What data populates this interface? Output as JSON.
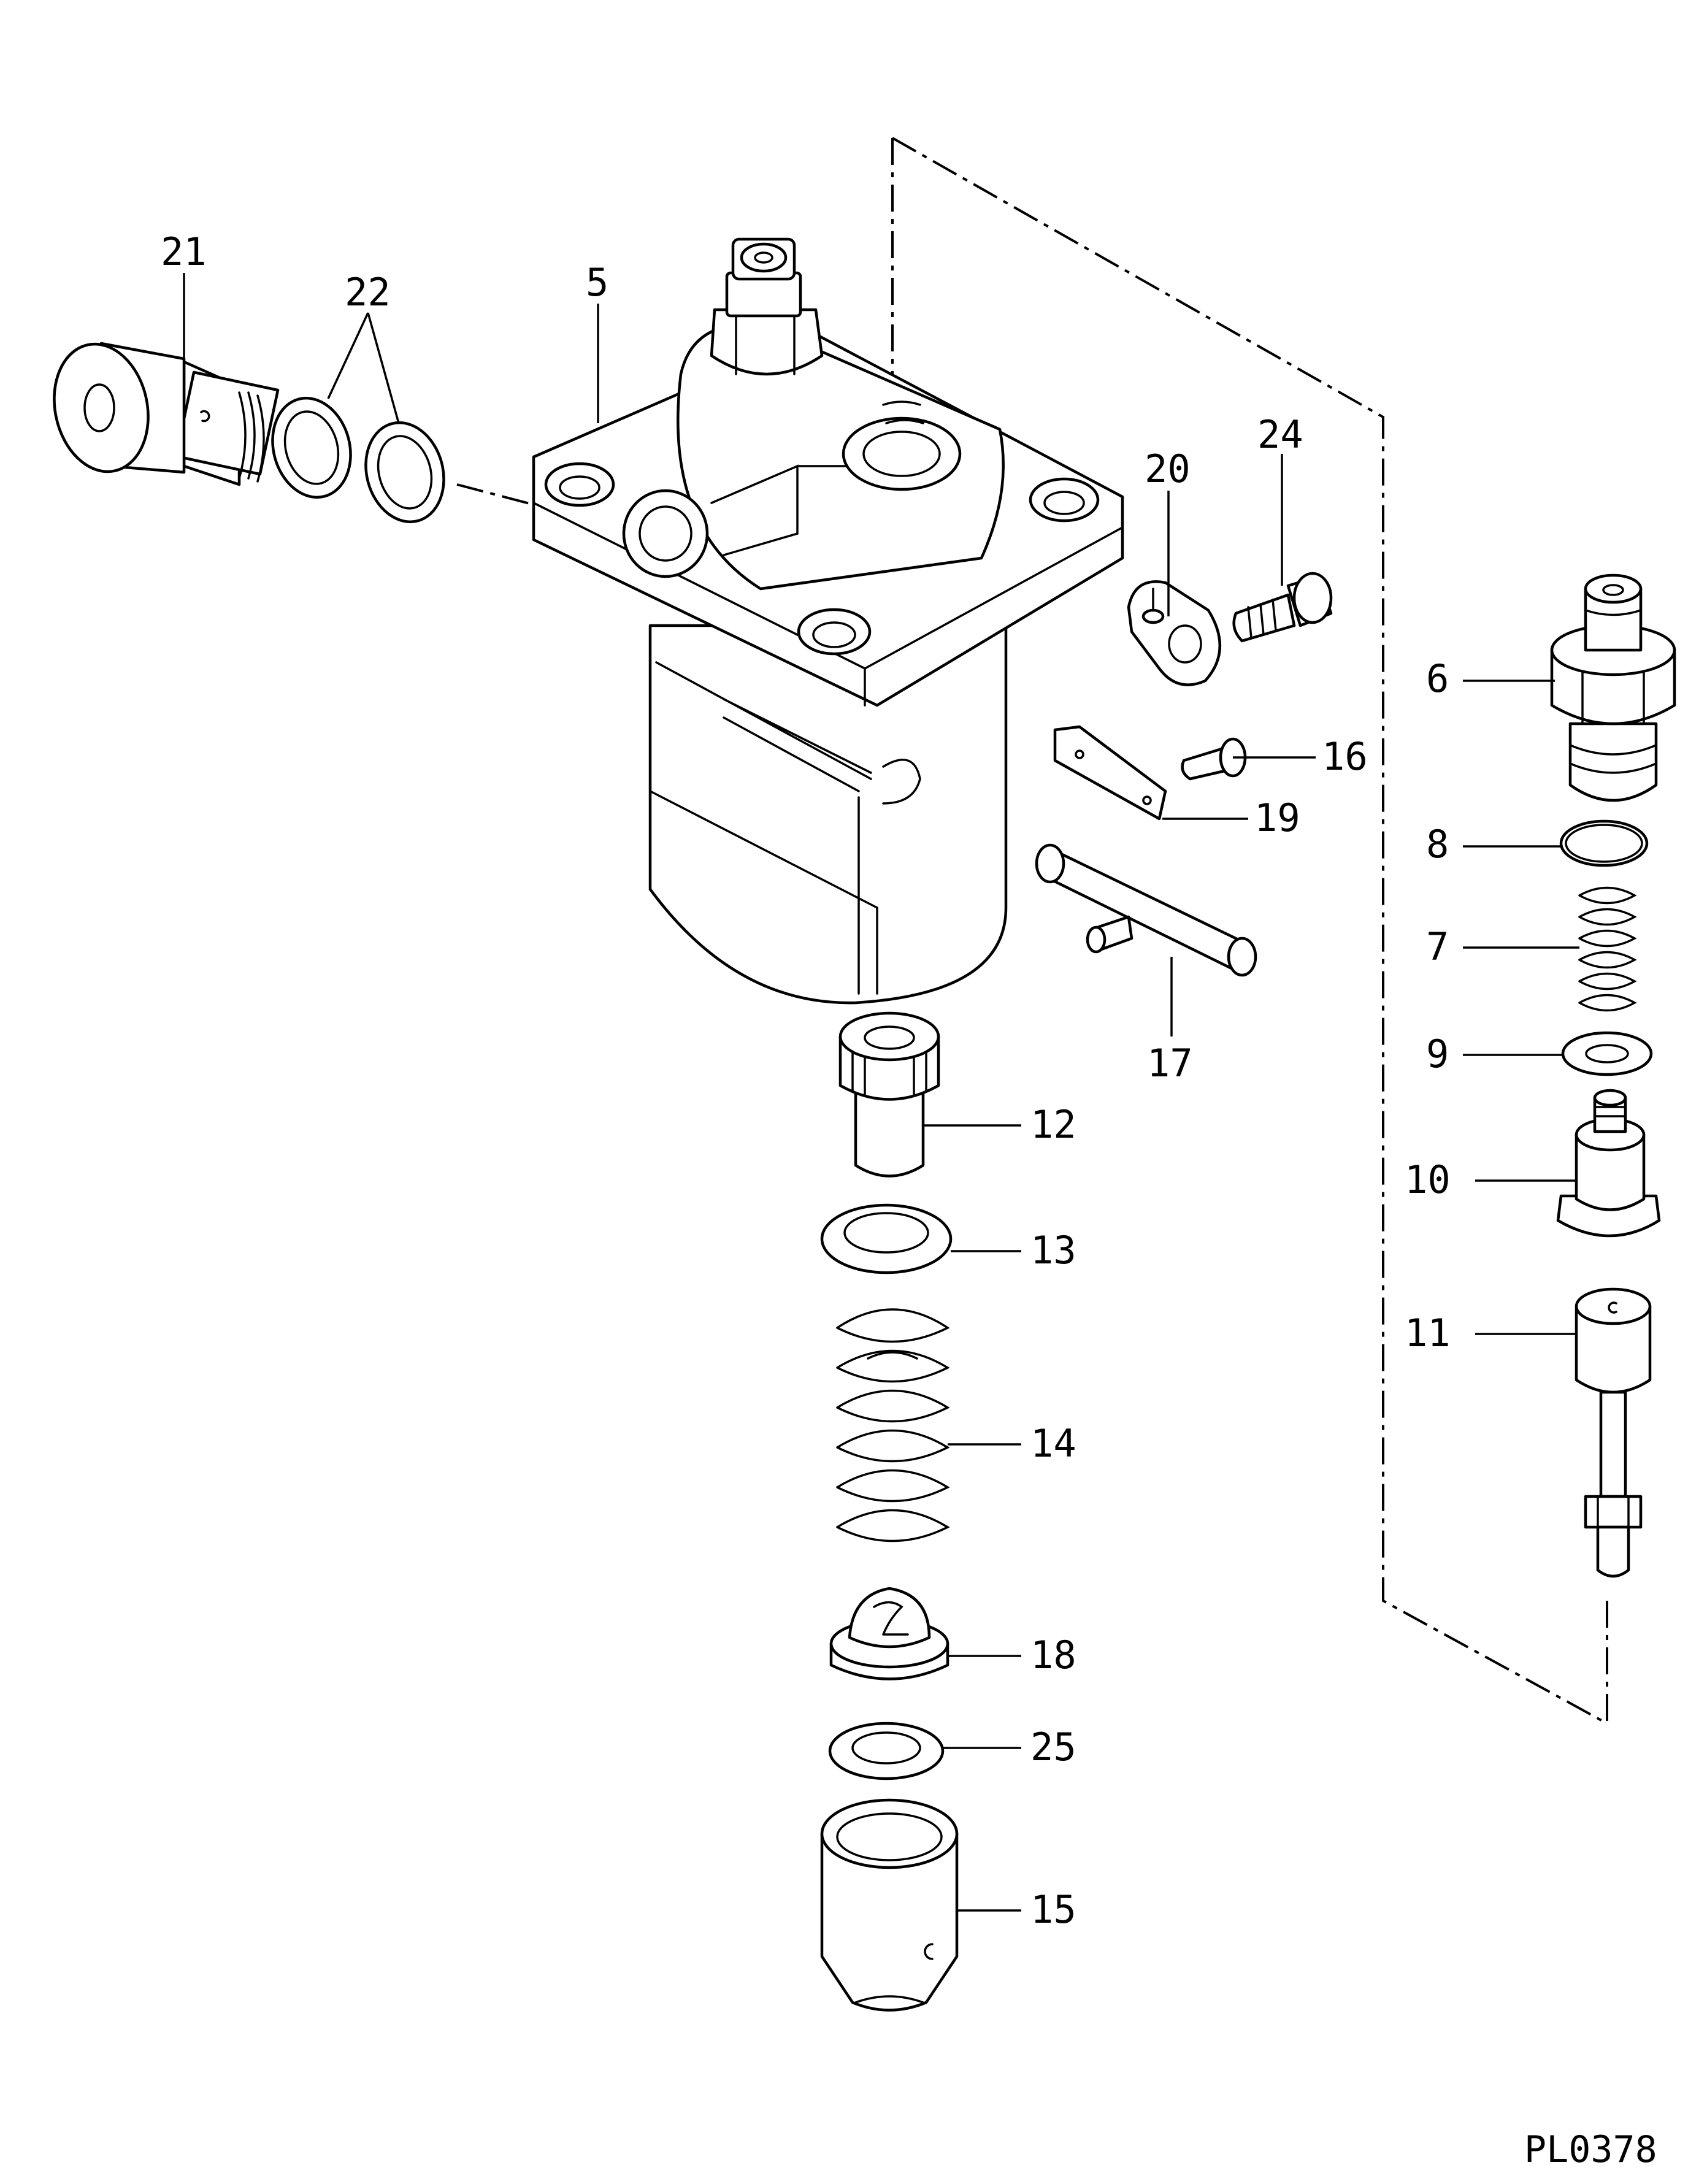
{
  "diagram": {
    "drawing_code": "PL0378",
    "callouts": {
      "p5": "5",
      "p6": "6",
      "p7": "7",
      "p8": "8",
      "p9": "9",
      "p10": "10",
      "p11": "11",
      "p12": "12",
      "p13": "13",
      "p14": "14",
      "p15": "15",
      "p16": "16",
      "p17": "17",
      "p18": "18",
      "p19": "19",
      "p20": "20",
      "p21": "21",
      "p22": "22",
      "p24": "24",
      "p25": "25"
    }
  }
}
